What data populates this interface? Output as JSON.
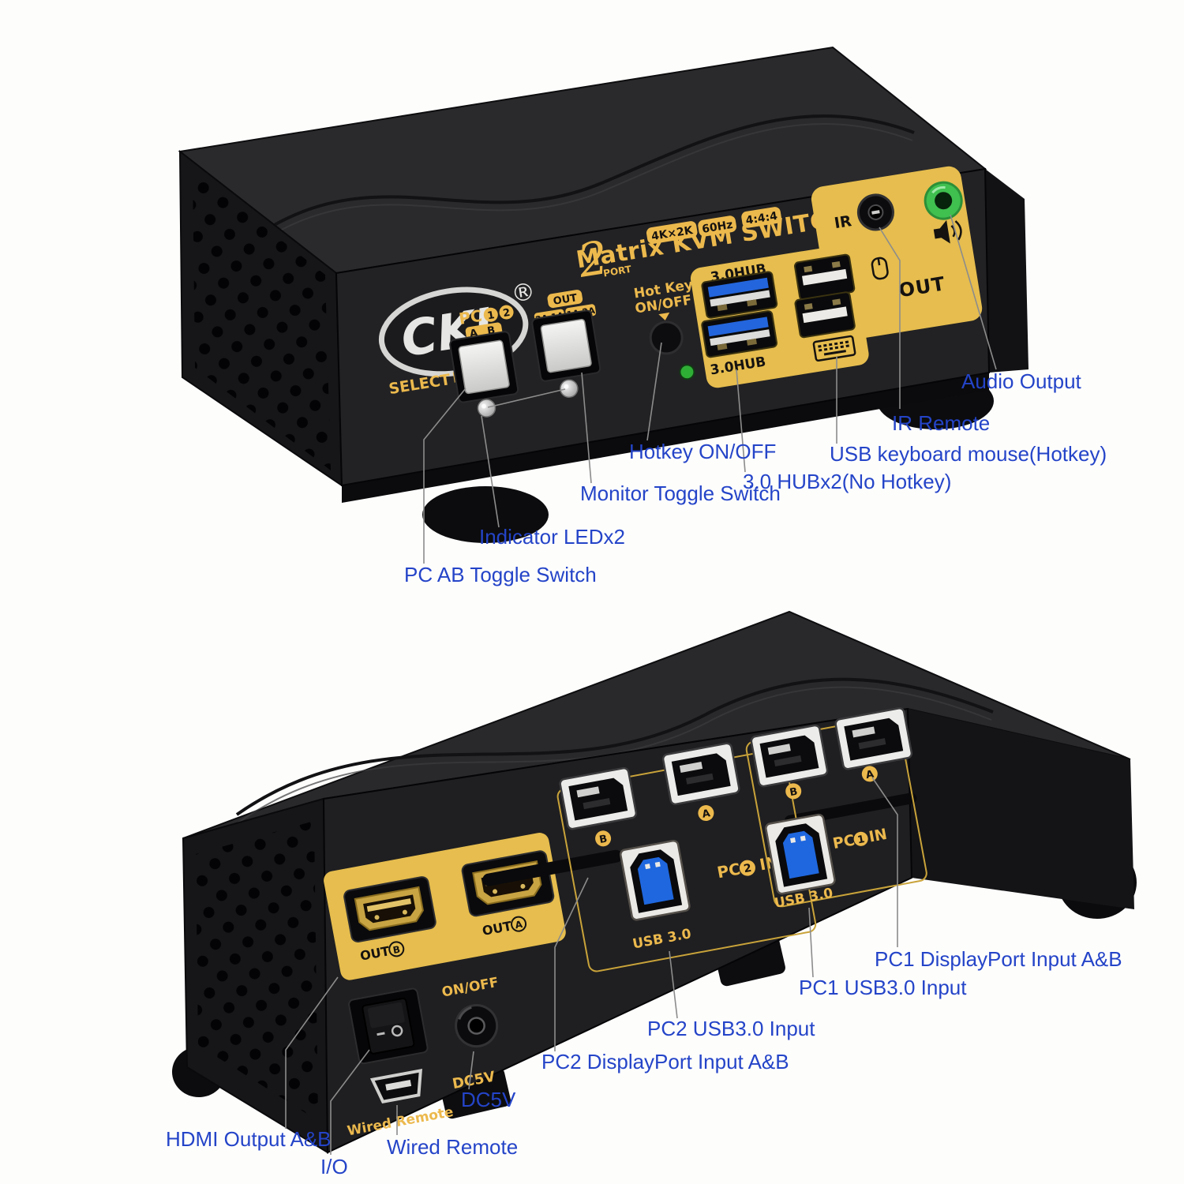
{
  "colors": {
    "annotation_blue": "#2444c8",
    "leader_gray": "#8c8c8c",
    "device_gold_text": "#ecb94d",
    "panel_yellow": "#e6bd4e",
    "usb_blue": "#2365dc",
    "audio_green": "#3fc04f",
    "led_green": "#2fae36",
    "chassis_black": "#1f1f21"
  },
  "front_view": {
    "brand": "CKL",
    "reg_mark": "®",
    "port_number": "2",
    "port_word": "PORT",
    "product_title": "Matrix KVM SWITCH",
    "badge_resolution": "4K×2K",
    "badge_refresh": "60Hz",
    "badge_chroma": "4:4:4",
    "select_label": "SELECT",
    "pc_label": "PC",
    "pc_num_1": "1",
    "pc_num_2": "2",
    "ab_badge": "A B",
    "out_badge": "OUT",
    "out_cfg_left": "2A 1A",
    "out_cfg_right": "1A 2A",
    "hotkey_line1": "Hot Key",
    "hotkey_line2": "ON/OFF",
    "hub_label_top": "3.0HUB",
    "hub_label_bottom": "3.0HUB",
    "ir_label": "IR",
    "out_panel_label": "OUT"
  },
  "front_annotations": {
    "audio": "Audio Output",
    "ir": "IR Remote",
    "usb_kb": "USB keyboard mouse(Hotkey)",
    "hub": "3.0 HUBx2(No Hotkey)",
    "hotkey": "Hotkey ON/OFF",
    "monitor": "Monitor Toggle Switch",
    "led": "Indicator LEDx2",
    "pcab": "PC AB Toggle Switch"
  },
  "back_view": {
    "out_word": "OUT",
    "out_a_letter": "A",
    "out_b_letter": "B",
    "onoff_label": "ON/OFF",
    "dc_label": "DC5V",
    "wired_remote_label": "Wired Remote",
    "pc2_dp_a": "A",
    "pc2_dp_b": "B",
    "pc1_dp_a": "A",
    "pc1_dp_b": "B",
    "pc2_usb_label": "USB 3.0",
    "pc1_usb_label": "USB 3.0",
    "pc_label": "PC",
    "pc2_num": "2",
    "pc1_num": "1",
    "pc2_in_word": "IN",
    "pc1_in_word": "IN"
  },
  "back_annotations": {
    "hdmi": "HDMI Output A&B",
    "io": "I/O",
    "wired": "Wired Remote",
    "dc": "DC5V",
    "pc2_dp": "PC2 DisplayPort  Input A&B",
    "pc2_usb": "PC2 USB3.0 Input",
    "pc1_usb": "PC1 USB3.0 Input",
    "pc1_dp": "PC1 DisplayPort  Input A&B"
  }
}
